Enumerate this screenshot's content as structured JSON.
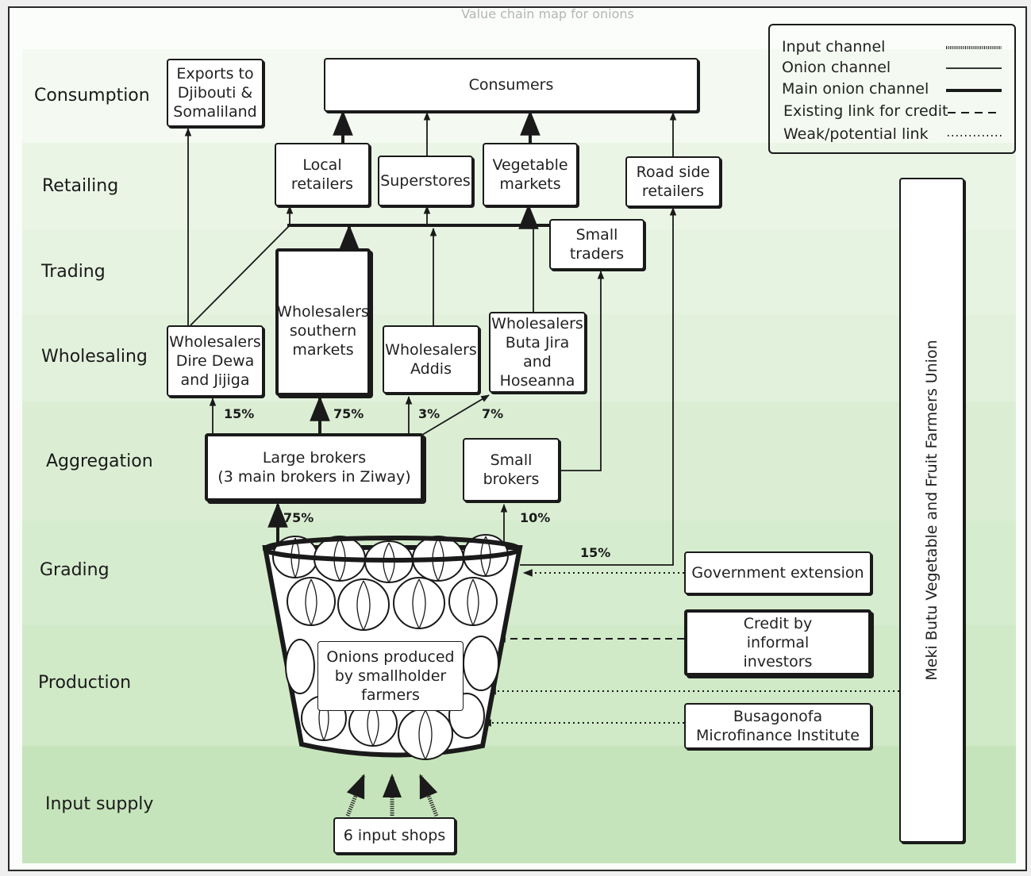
{
  "figure": {
    "title": "Value chain map for onions"
  },
  "stages": [
    {
      "id": "consumption",
      "label": "Consumption",
      "band_color": "#f4faf1"
    },
    {
      "id": "retailing",
      "label": "Retailing",
      "band_color": "#eaf5e5"
    },
    {
      "id": "trading",
      "label": "Trading",
      "band_color": "#e6f3e1"
    },
    {
      "id": "wholesaling",
      "label": "Wholesaling",
      "band_color": "#e2f1dc"
    },
    {
      "id": "aggregation",
      "label": "Aggregation",
      "band_color": "#dbeed4"
    },
    {
      "id": "grading",
      "label": "Grading",
      "band_color": "#d6ecce"
    },
    {
      "id": "production",
      "label": "Production",
      "band_color": "#d0e9c7"
    },
    {
      "id": "input_supply",
      "label": "Input supply",
      "band_color": "#c6e4bb"
    }
  ],
  "nodes": {
    "exports": "Exports to\nDjibouti &\nSomaliland",
    "consumers": "Consumers",
    "local_retailers": "Local\nretailers",
    "superstores": "Superstores",
    "vegetable_markets": "Vegetable\nmarkets",
    "road_side_retailers": "Road side\nretailers",
    "small_traders": "Small\ntraders",
    "wholesalers_dire_dewa": "Wholesalers\nDire Dewa\nand Jijiga",
    "wholesalers_southern": "Wholesalers\nsouthern\nmarkets",
    "wholesalers_addis": "Wholesalers\nAddis",
    "wholesalers_buta_jira": "Wholesalers\nButa Jira and\nHoseanna",
    "large_brokers": "Large brokers\n(3 main brokers in Ziway)",
    "small_brokers": "Small\nbrokers",
    "onions_produced": "Onions produced\nby smallholder\nfarmers",
    "government_extension": "Government extension",
    "credit_informal": "Credit by\ninformal\ninvestors",
    "busagonofa": "Busagonofa\nMicrofinance Institute",
    "input_shops": "6 input shops",
    "farmers_union": "Meki Butu Vegetable and Fruit  Farmers Union"
  },
  "flow_percentages": {
    "to_dire_dewa": "15%",
    "to_southern": "75%",
    "to_addis": "3%",
    "to_buta_jira": "7%",
    "farmers_to_large_brokers": "75%",
    "farmers_to_small_brokers": "10%",
    "farmers_to_road_side": "15%"
  },
  "legend": {
    "items": [
      {
        "label": "Input channel",
        "style": "input"
      },
      {
        "label": "Onion channel",
        "style": "solid"
      },
      {
        "label": "Main onion channel",
        "style": "thick"
      },
      {
        "label": "Existing link for credit",
        "style": "dashed"
      },
      {
        "label": "Weak/potential link",
        "style": "dotted"
      }
    ]
  },
  "colors": {
    "ink": "#1a1a1a",
    "box_fill": "#ffffff",
    "band_green_light": "#f4faf1",
    "band_green_dark": "#c6e4bb"
  }
}
